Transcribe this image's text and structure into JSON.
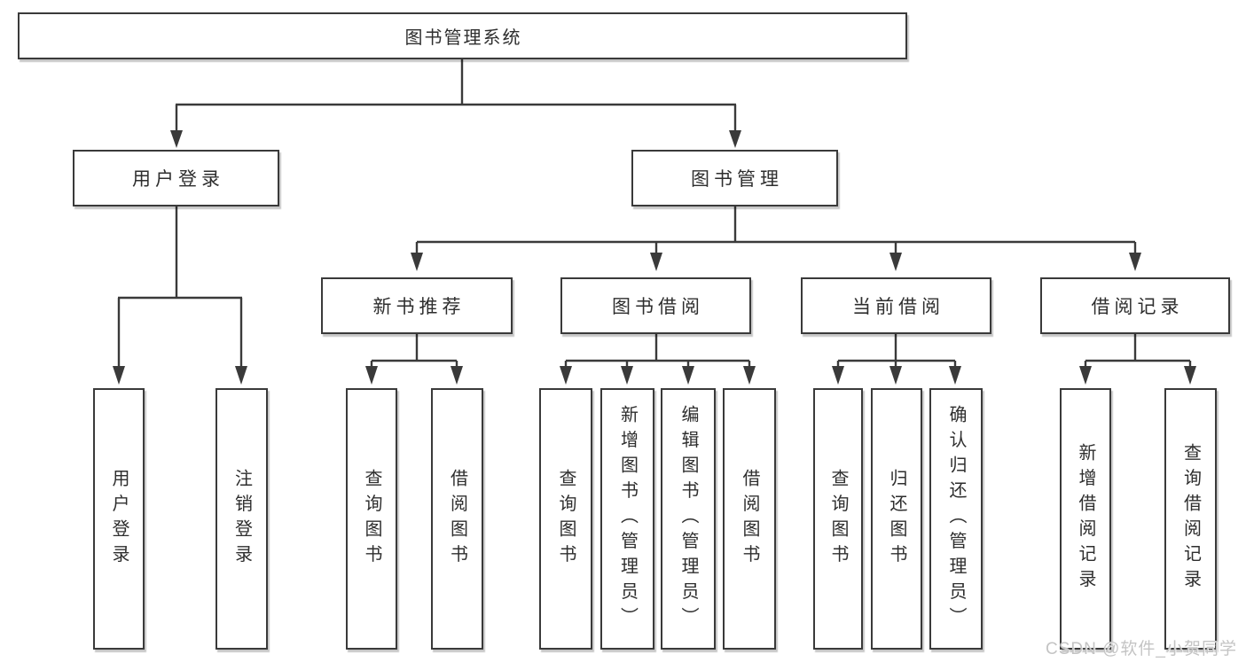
{
  "diagram": {
    "root": {
      "label": "图书管理系统"
    },
    "level2": [
      {
        "label": "用户登录",
        "children": [
          {
            "label": "用户登录"
          },
          {
            "label": "注销登录"
          }
        ]
      },
      {
        "label": "图书管理",
        "children": [
          {
            "label": "新书推荐",
            "children": [
              {
                "label": "查询图书"
              },
              {
                "label": "借阅图书"
              }
            ]
          },
          {
            "label": "图书借阅",
            "children": [
              {
                "label": "查询图书"
              },
              {
                "label": "新增图书（管理员）"
              },
              {
                "label": "编辑图书（管理员）"
              },
              {
                "label": "借阅图书"
              }
            ]
          },
          {
            "label": "当前借阅",
            "children": [
              {
                "label": "查询图书"
              },
              {
                "label": "归还图书"
              },
              {
                "label": "确认归还（管理员）"
              }
            ]
          },
          {
            "label": "借阅记录",
            "children": [
              {
                "label": "新增借阅记录"
              },
              {
                "label": "查询借阅记录"
              }
            ]
          }
        ]
      }
    ]
  },
  "watermark": {
    "text": "CSDN @软件_小贺同学"
  },
  "colors": {
    "line": "#3a3a3a",
    "text": "#2e2e2e",
    "box_background": "#ffffff",
    "page_background": "#ffffff",
    "watermark": "#c4c4c4"
  }
}
